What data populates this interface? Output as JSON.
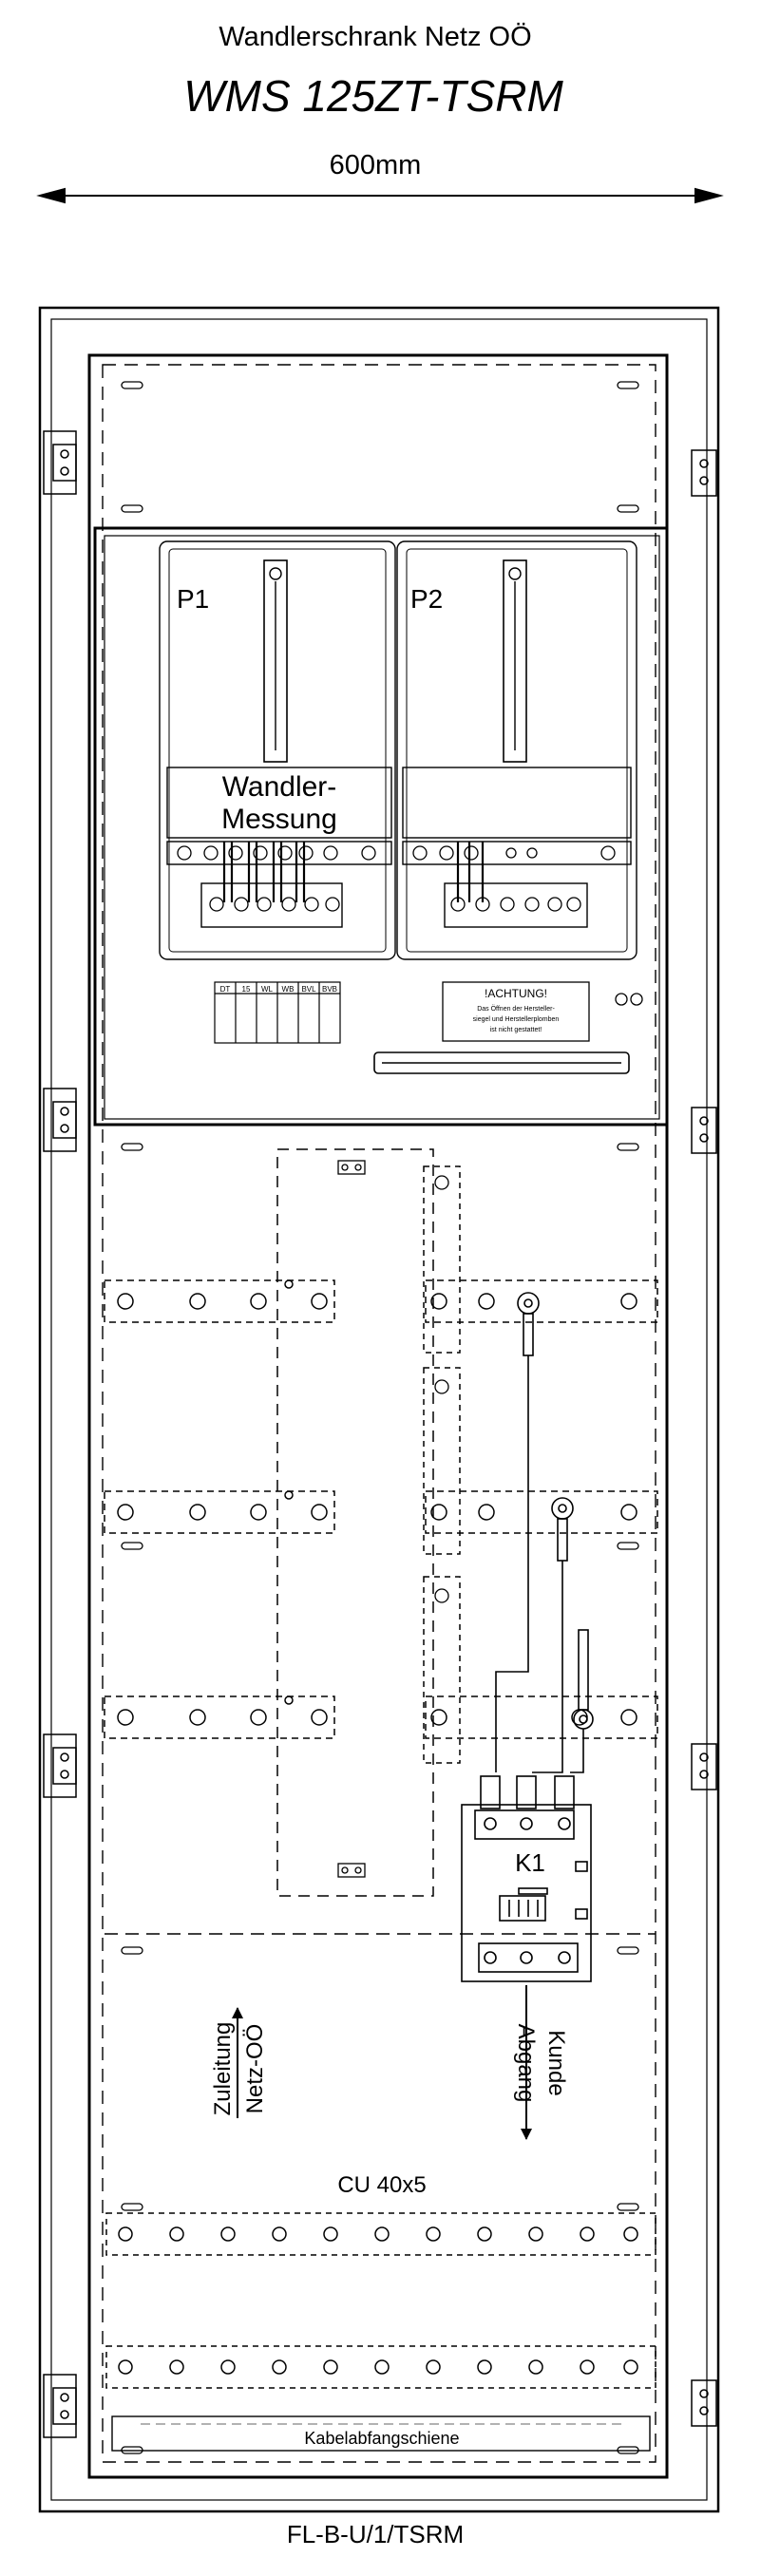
{
  "header": {
    "subtitle": "Wandlerschrank Netz OÖ",
    "model": "WMS 125ZT-TSRM",
    "width_label": "600mm"
  },
  "meters": {
    "p1_label": "P1",
    "p2_label": "P2",
    "transformer_label_line1": "Wandler-",
    "transformer_label_line2": "Messung"
  },
  "terminal_block": {
    "labels": [
      "DT",
      "15",
      "WL",
      "WB",
      "BVL",
      "BVB"
    ]
  },
  "warning": {
    "title": "!ACHTUNG!",
    "line1": "Das Öffnen der Hersteller-",
    "line2": "siegel und Herstellerplomben",
    "line3": "ist nicht gestattet!"
  },
  "contactor": {
    "label": "K1"
  },
  "arrows": {
    "incoming_line1": "Zuleitung",
    "incoming_line2": "Netz-OÖ",
    "outgoing_line1": "Abgang",
    "outgoing_line2": "Kunde"
  },
  "busbar_label": "CU 40x5",
  "rail_label": "Kabelabfangschiene",
  "footer_label": "FL-B-U/1/TSRM"
}
